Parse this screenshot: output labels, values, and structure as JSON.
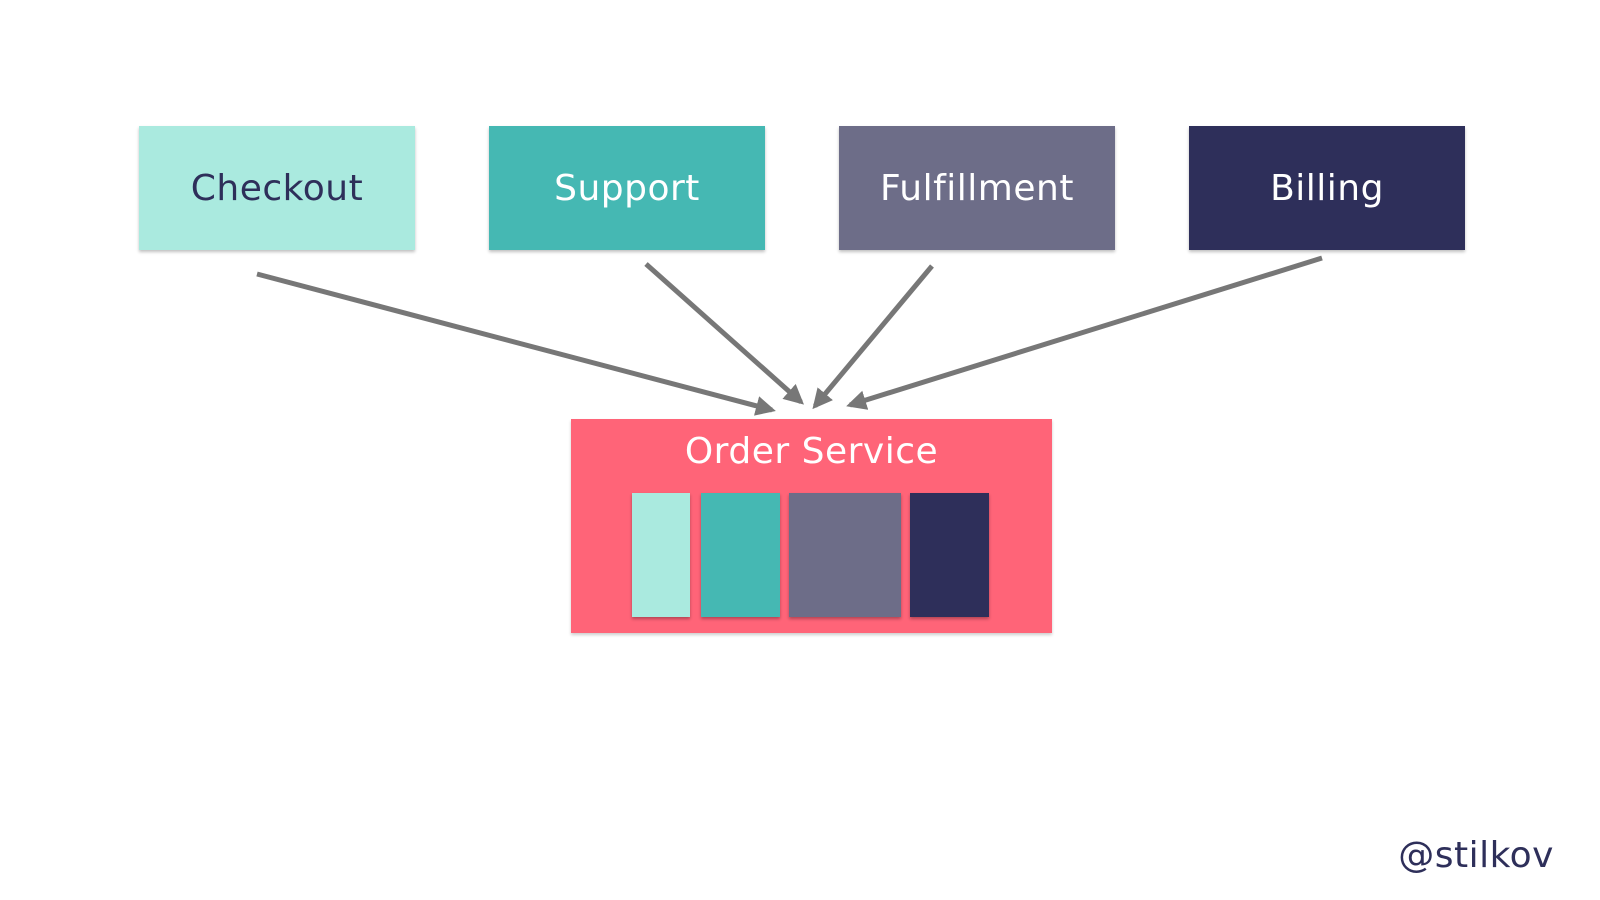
{
  "slide": {
    "handle": "@stilkov",
    "handle_color": "#2e2f5a",
    "arrow_color": "#777777"
  },
  "services": [
    {
      "label": "Checkout",
      "bg": "#aaeadf",
      "fg": "#2e2f5a"
    },
    {
      "label": "Support",
      "bg": "#45b8b3",
      "fg": "#ffffff"
    },
    {
      "label": "Fulfillment",
      "bg": "#6d6d88",
      "fg": "#ffffff"
    },
    {
      "label": "Billing",
      "bg": "#2e2f5a",
      "fg": "#ffffff"
    }
  ],
  "order_service": {
    "label": "Order Service",
    "bg": "#ff6478",
    "parts": [
      {
        "color": "#aaeadf"
      },
      {
        "color": "#45b8b3"
      },
      {
        "color": "#6d6d88"
      },
      {
        "color": "#2e2f5a"
      }
    ]
  }
}
